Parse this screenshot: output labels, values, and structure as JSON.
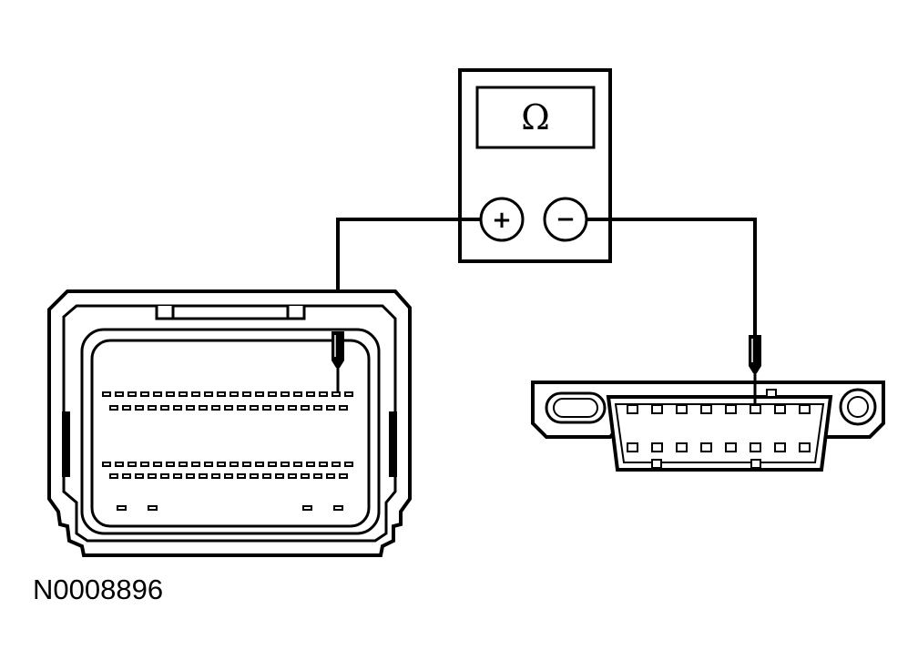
{
  "figure": {
    "id_label": "N0008896"
  },
  "multimeter": {
    "display_symbol": "Ω",
    "positive_terminal": "+",
    "negative_terminal": "−"
  },
  "module_connector": {
    "pin_rows": [
      20,
      19,
      20,
      19
    ],
    "small_pins": 4
  },
  "dlc_connector": {
    "pins_per_row": 8,
    "rows": 2
  },
  "colors": {
    "line": "#000000",
    "background": "#ffffff"
  }
}
